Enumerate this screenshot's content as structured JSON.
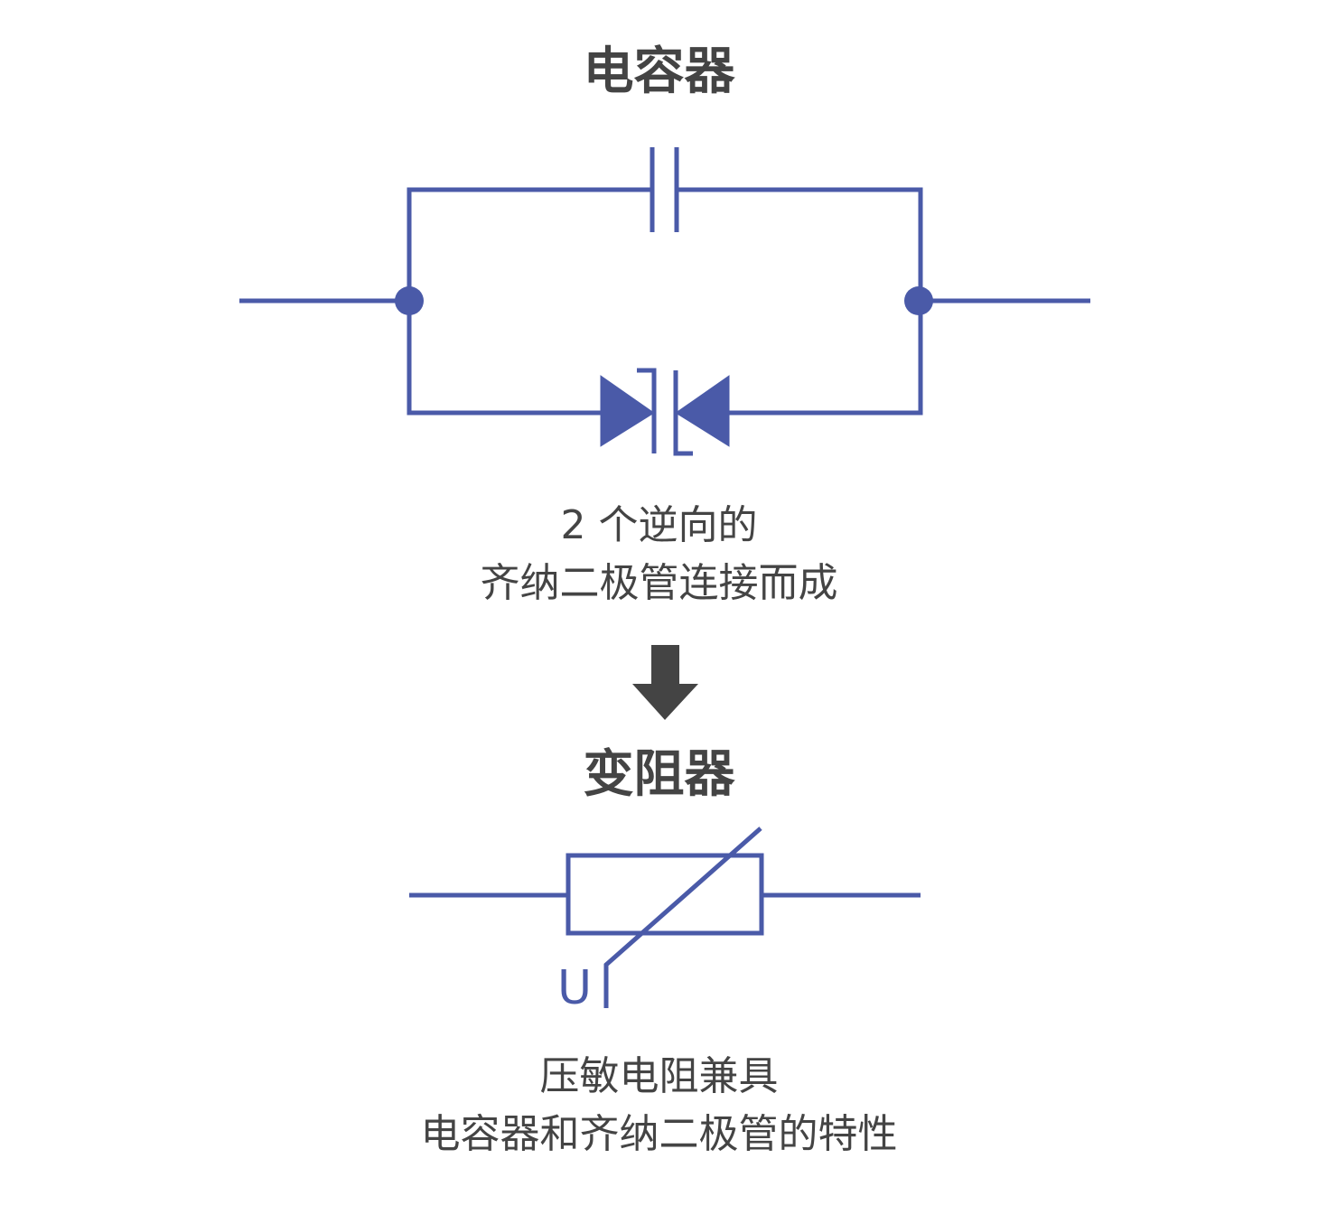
{
  "capacitor": {
    "title": "电容器",
    "caption_line1": "2 个逆向的",
    "caption_line2": "齐纳二极管连接而成"
  },
  "varistor": {
    "title": "变阻器",
    "voltage_label": "U",
    "caption_line1": "压敏电阻兼具",
    "caption_line2": "电容器和齐纳二极管的特性"
  },
  "colors": {
    "circuit": "#4a5aa8",
    "text": "#444444",
    "arrow": "#444444",
    "background": "#ffffff"
  },
  "icons": {
    "arrow": "down-arrow-icon",
    "capacitor": "capacitor-symbol-icon",
    "zener": "bidirectional-zener-diode-icon",
    "varistor": "varistor-symbol-icon"
  }
}
